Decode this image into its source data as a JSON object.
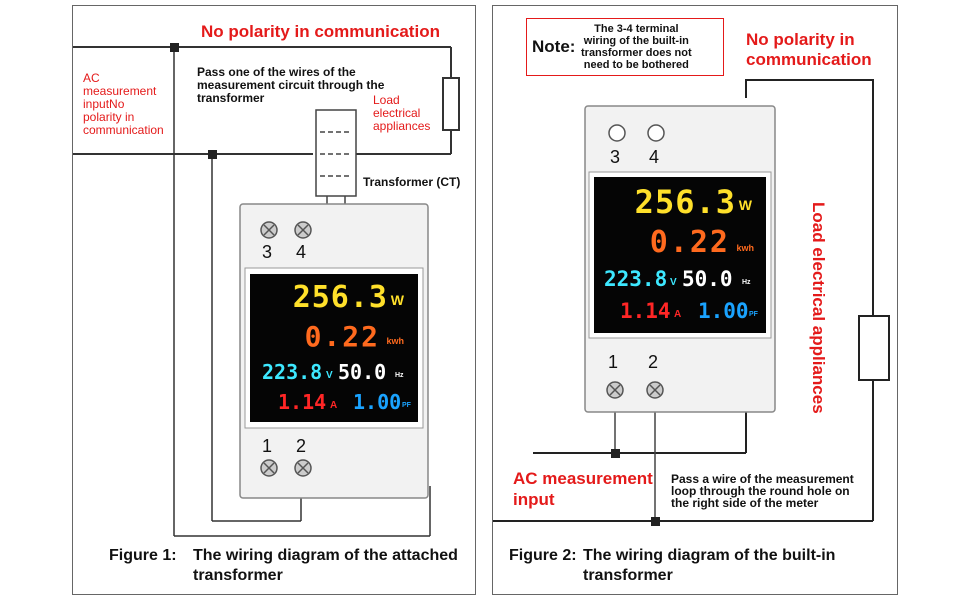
{
  "figure1": {
    "top_title": "No polarity in communication",
    "ac_label": "AC\nmeasurement\ninputNo\npolarity in\ncommunication",
    "pass_wire_text": "Pass one of the wires of the\nmeasurement circuit through the\ntransformer",
    "load_label": "Load\nelectrical\nappliances",
    "transformer_label": "Transformer (CT)",
    "terminal_top": [
      "3",
      "4"
    ],
    "terminal_bottom": [
      "1",
      "2"
    ],
    "caption_prefix": "Figure 1:",
    "caption_text": "The wiring diagram of the attached\ntransformer"
  },
  "figure2": {
    "note_label": "Note:",
    "note_text": "The 3-4 terminal\nwiring of the built-in\ntransformer does not\nneed to be bothered",
    "top_title": "No polarity in\ncommunication",
    "side_label": "Load electrical appliances",
    "ac_label": "AC measurement\ninput",
    "pass_wire_text": "Pass a wire of the measurement\nloop through the round hole on\nthe right side of the meter",
    "terminal_top": [
      "3",
      "4"
    ],
    "terminal_bottom": [
      "1",
      "2"
    ],
    "caption_prefix": "Figure 2:",
    "caption_text": "The wiring diagram of the built-in\ntransformer"
  },
  "display": {
    "power": "256.3",
    "power_unit": "W",
    "energy": "0.22",
    "energy_unit": "kwh",
    "voltage": "223.8",
    "voltage_unit": "V",
    "frequency": "50.0",
    "frequency_unit": "Hz",
    "current": "1.14",
    "current_unit": "A",
    "pf": "1.00",
    "pf_unit": "PF"
  },
  "colors": {
    "red": "#e41a1a",
    "power": "#ffe02a",
    "energy": "#ff6a1e",
    "voltage": "#3de8ff",
    "frequency": "#ffffff",
    "current": "#ff2626",
    "pf": "#1aa3ff"
  }
}
